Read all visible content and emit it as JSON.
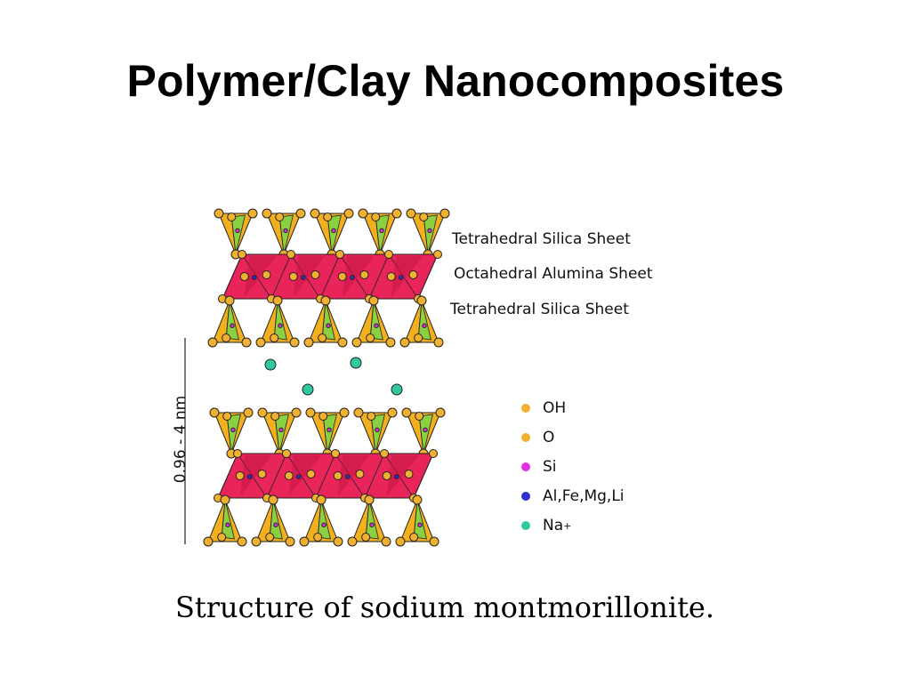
{
  "slide": {
    "title": "Polymer/Clay Nanocomposites",
    "caption": "Structure of sodium montmorillonite."
  },
  "diagram": {
    "sheet_labels": {
      "top_tetrahedral": "Tetrahedral Silica Sheet",
      "octahedral": "Octahedral Alumina Sheet",
      "bottom_tetrahedral": "Tetrahedral Silica Sheet"
    },
    "spacing_label": "0.96 - 4 nm",
    "legend": [
      {
        "label": "OH",
        "color": "#f0b030"
      },
      {
        "label": "O",
        "color": "#f0b030"
      },
      {
        "label": "Si",
        "color": "#e030e0"
      },
      {
        "label": "Al,Fe,Mg,Li",
        "color": "#3030d0"
      },
      {
        "label": "Na",
        "superscript": "+",
        "color": "#30c8a0"
      }
    ],
    "colors": {
      "tetrahedron_fill": "#f2b01e",
      "tetrahedron_face": "#8ad040",
      "octahedron_fill": "#e8245a",
      "atom_o": "#f0b030",
      "atom_si": "#e030e0",
      "atom_al": "#3030d0",
      "atom_na": "#30c8a0",
      "outline": "#222222"
    }
  }
}
